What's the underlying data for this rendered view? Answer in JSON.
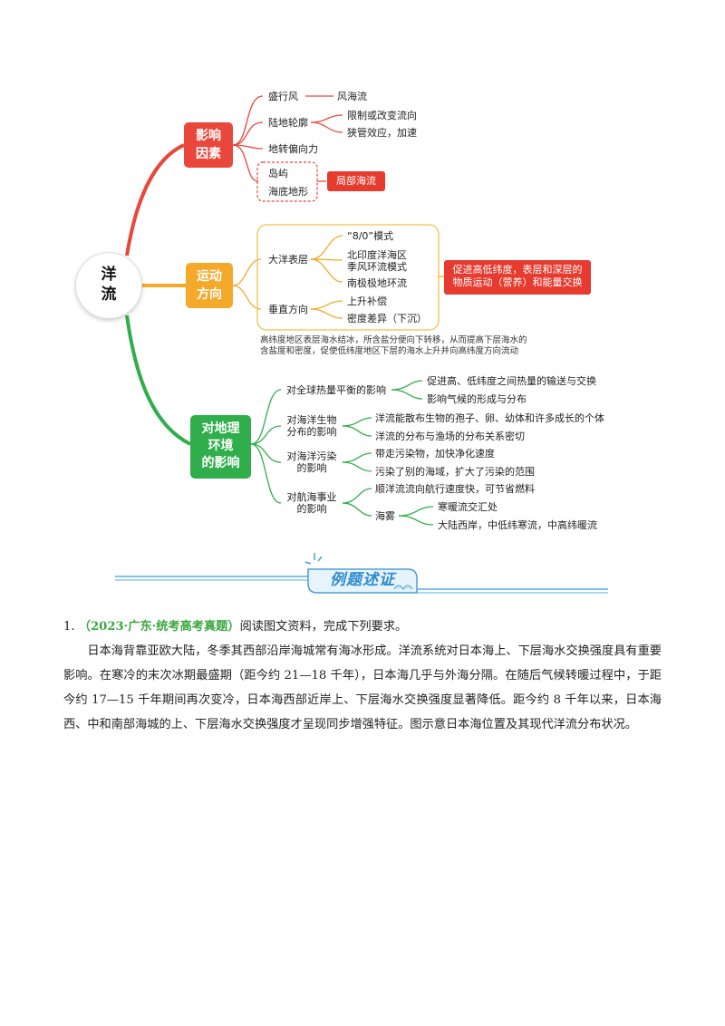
{
  "mindmap": {
    "root": [
      "洋",
      "流"
    ],
    "influence": {
      "title": [
        "影响",
        "因素"
      ],
      "prevailing_wind": "盛行风",
      "wind_current": "风海流",
      "coastline": "陆地轮廓",
      "coastline_effects": [
        "限制或改变流向",
        "狭管效应，加速"
      ],
      "coriolis": "地转偏向力",
      "island": "岛屿",
      "seafloor": "海底地形",
      "local_current": "局部海流"
    },
    "direction": {
      "title": [
        "运动",
        "方向"
      ],
      "surface": "大洋表层",
      "surface_items": [
        "“8/0”模式",
        "北印度洋海区",
        "季风环流模式",
        "南极极地环流"
      ],
      "vertical": "垂直方向",
      "vertical_items": [
        "上升补偿",
        "密度差异（下沉）"
      ],
      "exchange_note": [
        "促进高低纬度，表层和深层的",
        "物质运动（营养）和能量交换"
      ],
      "footnote": [
        "高纬度地区表层海水结冰，所含盐分便向下转移，从而提高下层海水的",
        "含盐度和密度，促使低纬度地区下层的海水上升并向高纬度方向流动"
      ]
    },
    "environment": {
      "title": [
        "对地理",
        "环境",
        "的影响"
      ],
      "heat": "对全球热量平衡的影响",
      "heat_items": [
        "促进高、低纬度之间热量的输送与交换",
        "影响气候的形成与分布"
      ],
      "bio": [
        "对海洋生物",
        "分布的影响"
      ],
      "bio_items": [
        "洋流能散布生物的孢子、卵、幼体和许多成长的个体",
        "洋流的分布与渔场的分布关系密切"
      ],
      "pollution": [
        "对海洋污染",
        "的影响"
      ],
      "pollution_items": [
        "带走污染物，加快净化速度",
        "污染了别的海域，扩大了污染的范围"
      ],
      "navigation": [
        "对航海事业",
        "的影响"
      ],
      "nav_item": "顺洋流流向航行速度快，可节省燃料",
      "fog": "海雾",
      "fog_items": [
        "寒暖流交汇处",
        "大陆西岸，中低纬寒流，中高纬暖流"
      ]
    }
  },
  "banner": {
    "label": "例题述证"
  },
  "question": {
    "number": "1.",
    "source": "（2023·广东·统考高考真题）",
    "prompt": "阅读图文资料，完成下列要求。",
    "paragraph": "日本海背靠亚欧大陆，冬季其西部沿岸海城常有海冰形成。洋流系统对日本海上、下层海水交换强度具有重要影响。在寒冷的末次冰期最盛期（距今约 21—18 千年），日本海几乎与外海分隔。在随后气候转暖过程中，于距今约 17—15 千年期间再次变冷，日本海西部近岸上、下层海水交换强度显著降低。距今约 8 千年以来，日本海西、中和南部海城的上、下层海水交换强度才呈现同步增强特征。图示意日本海位置及其现代洋流分布状况。"
  },
  "colors": {
    "red": "#e9473b",
    "orange": "#f4a92a",
    "green": "#2fae4b",
    "blue": "#4a9fd8"
  }
}
